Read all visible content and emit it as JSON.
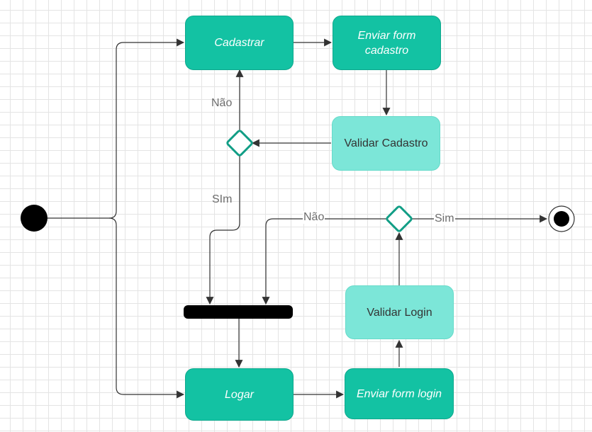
{
  "nodes": {
    "cadastrar": "Cadastrar",
    "enviar_form_cadastro": "Enviar form cadastro",
    "validar_cadastro": "Validar Cadastro",
    "logar": "Logar",
    "enviar_form_login": "Enviar form login",
    "validar_login": "Validar Login"
  },
  "edge_labels": {
    "cadastro_nao": "Não",
    "cadastro_sim": "SIm",
    "login_nao": "Não",
    "login_sim": "Sim"
  },
  "colors": {
    "action_dark": "#13c2a3",
    "action_light": "#7ce6d8",
    "decision_stroke": "#129e86",
    "line": "#333333",
    "label": "#6d6d6d"
  }
}
